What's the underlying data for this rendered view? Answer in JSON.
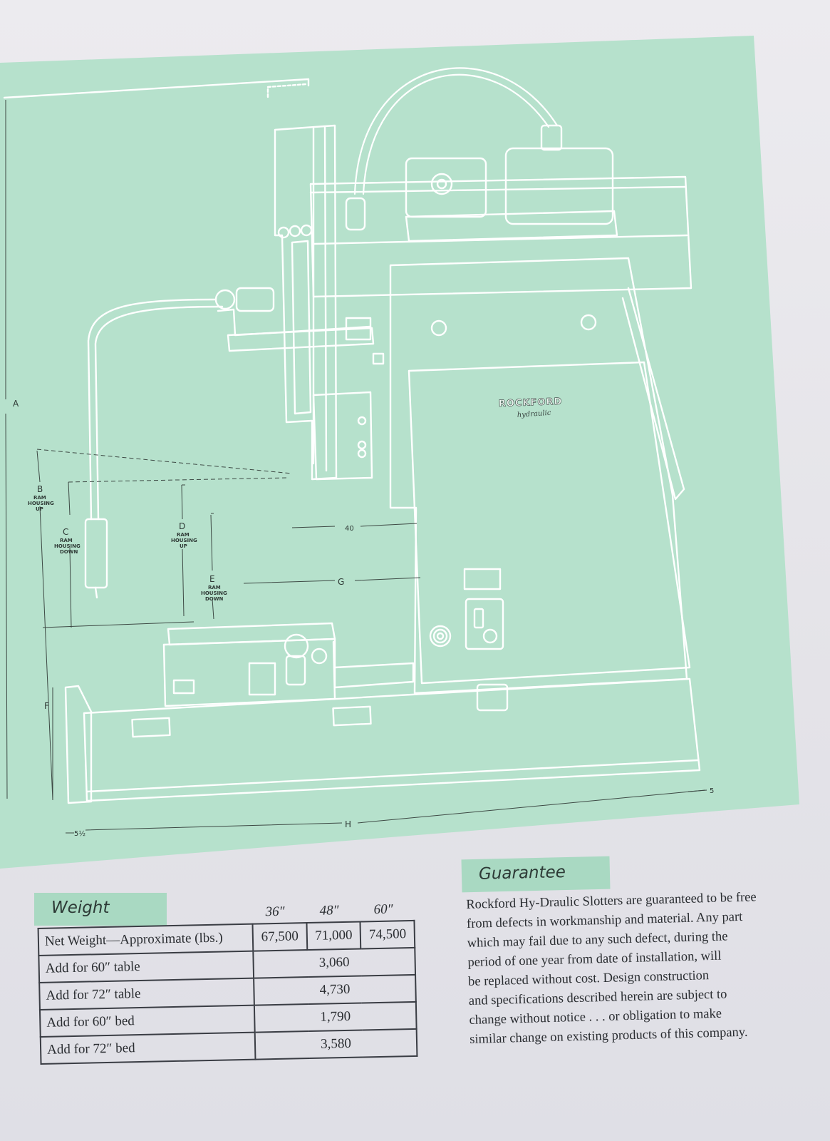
{
  "drawing": {
    "brand_name": "ROCKFORD",
    "brand_sub": "hydraulic",
    "dimension_labels": {
      "a": "A",
      "b": "B",
      "b_note": [
        "RAM",
        "HOUSING",
        "UP"
      ],
      "c": "C",
      "c_note": [
        "RAM",
        "HOUSING",
        "DOWN"
      ],
      "d": "D",
      "d_note": [
        "RAM",
        "HOUSING",
        "UP"
      ],
      "e": "E",
      "e_note": [
        "RAM",
        "HOUSING",
        "DOWN"
      ],
      "f": "F",
      "g": "G",
      "h": "H",
      "forty": "40",
      "five": "5",
      "five_half": "5½"
    },
    "colors": {
      "panel": "#b6e1cc",
      "line": "#ffffff"
    }
  },
  "weight": {
    "heading": "Weight",
    "columns": [
      "36″",
      "48″",
      "60″"
    ],
    "rows": [
      {
        "label": "Net Weight—Approximate (lbs.)",
        "values": [
          "67,500",
          "71,000",
          "74,500"
        ]
      },
      {
        "label": "Add for 60″ table",
        "value": "3,060"
      },
      {
        "label": "Add for 72″ table",
        "value": "4,730"
      },
      {
        "label": "Add for 60″ bed",
        "value": "1,790"
      },
      {
        "label": "Add for 72″ bed",
        "value": "3,580"
      }
    ]
  },
  "guarantee": {
    "heading": "Guarantee",
    "lines": [
      "Rockford Hy-Draulic Slotters are guaranteed to be free",
      "from defects in workmanship and material. Any part",
      "which may fail due to any such defect, during the",
      "period of one year from date of installation, will",
      "be replaced without cost. Design construction",
      "and specifications described herein are subject to",
      "change without notice . . . or obligation to make",
      "similar change on existing products of this company."
    ]
  }
}
